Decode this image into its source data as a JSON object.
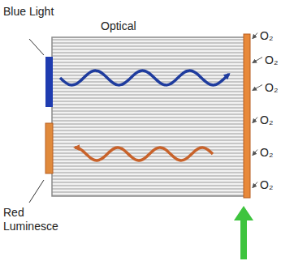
{
  "diagram": {
    "labels": [
      "Blue Light",
      "Optical",
      "Red Luminesce",
      "O₂",
      "O₂",
      "O₂",
      "O₂",
      "O₂",
      "O₂"
    ]
  }
}
